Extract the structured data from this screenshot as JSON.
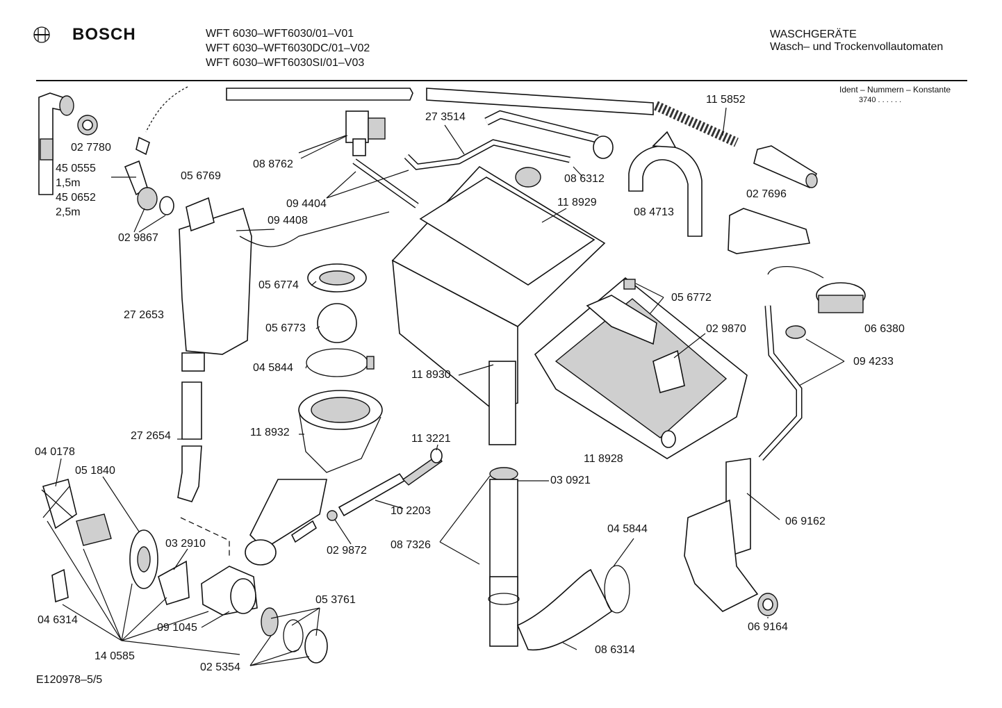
{
  "header": {
    "brand": "BOSCH",
    "models": [
      "WFT 6030–WFT6030/01–V01",
      "WFT 6030–WFT6030DC/01–V02",
      "WFT 6030–WFT6030SI/01–V03"
    ],
    "category": "WASCHGERÄTE",
    "subcategory": "Wasch– und Trockenvollautomaten",
    "ident_label": "Ident – Nummern – Konstante",
    "ident_value": "3740 . . . . . ."
  },
  "footer": {
    "drawing_id": "E120978–5/5"
  },
  "parts": [
    {
      "id": "p027780",
      "text": "02 7780"
    },
    {
      "id": "p450555",
      "text": "45 0555"
    },
    {
      "id": "p15m",
      "text": "1,5m"
    },
    {
      "id": "p450652",
      "text": "45 0652"
    },
    {
      "id": "p25m",
      "text": "2,5m"
    },
    {
      "id": "p056769",
      "text": "05 6769"
    },
    {
      "id": "p029867",
      "text": "02 9867"
    },
    {
      "id": "p088762",
      "text": "08 8762"
    },
    {
      "id": "p273514",
      "text": "27 3514"
    },
    {
      "id": "p115852",
      "text": "11 5852"
    },
    {
      "id": "p094404",
      "text": "09 4404"
    },
    {
      "id": "p094408",
      "text": "09 4408"
    },
    {
      "id": "p086312",
      "text": "08 6312"
    },
    {
      "id": "p118929",
      "text": "11 8929"
    },
    {
      "id": "p084713",
      "text": "08 4713"
    },
    {
      "id": "p027696",
      "text": "02 7696"
    },
    {
      "id": "p056774",
      "text": "05 6774"
    },
    {
      "id": "p272653",
      "text": "27 2653"
    },
    {
      "id": "p056773",
      "text": "05 6773"
    },
    {
      "id": "p056772",
      "text": "05 6772"
    },
    {
      "id": "p029870",
      "text": "02 9870"
    },
    {
      "id": "p066380",
      "text": "06 6380"
    },
    {
      "id": "p045844a",
      "text": "04 5844"
    },
    {
      "id": "p094233",
      "text": "09 4233"
    },
    {
      "id": "p118930",
      "text": "11 8930"
    },
    {
      "id": "p272654",
      "text": "27 2654"
    },
    {
      "id": "p118932",
      "text": "11 8932"
    },
    {
      "id": "p113221",
      "text": "11 3221"
    },
    {
      "id": "p118928",
      "text": "11 8928"
    },
    {
      "id": "p040178",
      "text": "04 0178"
    },
    {
      "id": "p051840",
      "text": "05 1840"
    },
    {
      "id": "p030921",
      "text": "03 0921"
    },
    {
      "id": "p102203",
      "text": "10 2203"
    },
    {
      "id": "p069162",
      "text": "06 9162"
    },
    {
      "id": "p032910",
      "text": "03 2910"
    },
    {
      "id": "p029872",
      "text": "02 9872"
    },
    {
      "id": "p087326",
      "text": "08 7326"
    },
    {
      "id": "p045844b",
      "text": "04 5844"
    },
    {
      "id": "p046314",
      "text": "04 6314"
    },
    {
      "id": "p053761",
      "text": "05 3761"
    },
    {
      "id": "p091045",
      "text": "09 1045"
    },
    {
      "id": "p086314",
      "text": "08 6314"
    },
    {
      "id": "p069164",
      "text": "06 9164"
    },
    {
      "id": "p140585",
      "text": "14 0585"
    },
    {
      "id": "p025354",
      "text": "02 5354"
    }
  ]
}
